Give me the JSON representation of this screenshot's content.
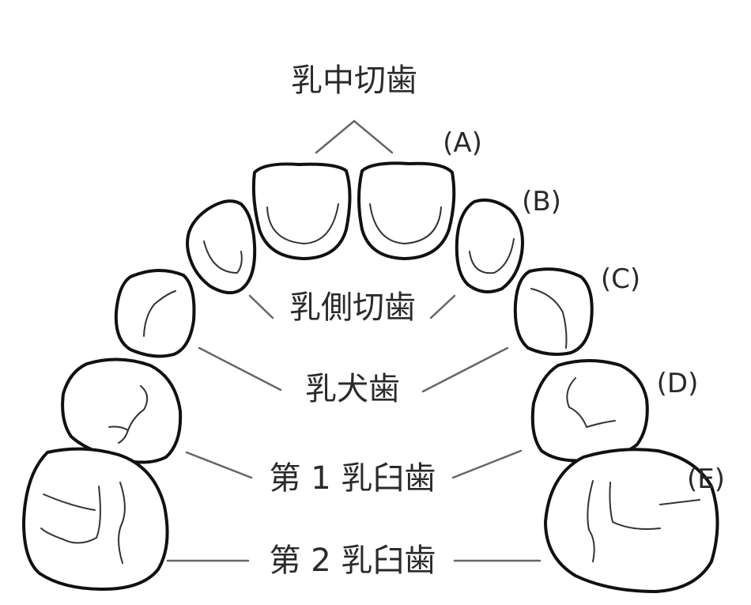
{
  "labels": {
    "central_incisor": "乳中切歯",
    "lateral_incisor": "乳側切歯",
    "canine": "乳犬歯",
    "first_molar": "第 1 乳臼歯",
    "second_molar": "第 2 乳臼歯"
  },
  "letters": {
    "a": "(A)",
    "b": "(B)",
    "c": "(C)",
    "d": "(D)",
    "e": "(E)"
  }
}
